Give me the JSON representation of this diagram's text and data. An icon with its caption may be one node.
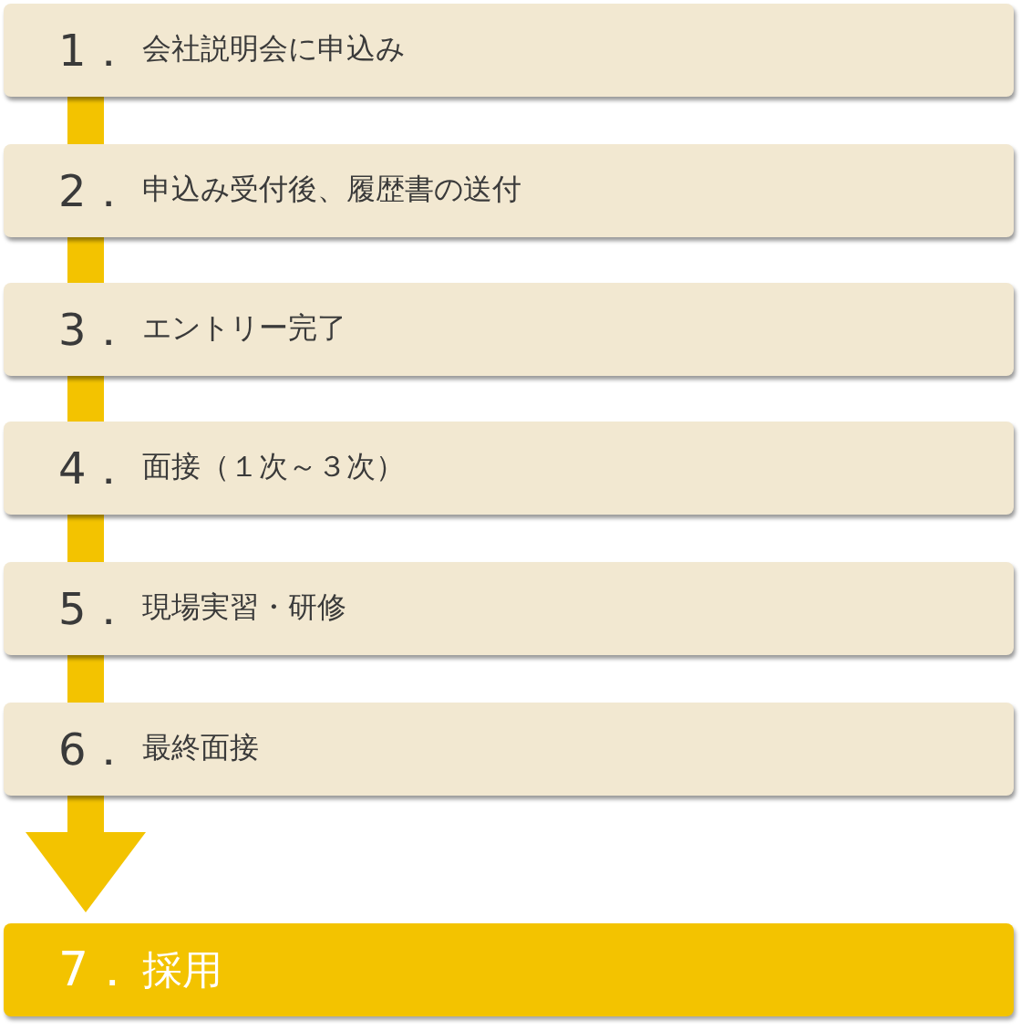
{
  "diagram": {
    "nodes": [
      {
        "text": [
          "1．",
          "会社説明会に申込み"
        ]
      },
      {
        "text": [
          "2．",
          "申込み受付後、履歴書の送付"
        ]
      },
      {
        "text": [
          "3．",
          "エントリー完了"
        ]
      },
      {
        "text": [
          "4．",
          "面接（１次～３次）"
        ]
      },
      {
        "text": [
          "5．",
          "現場実習・研修"
        ]
      },
      {
        "text": [
          "6．",
          "最終面接"
        ]
      },
      {
        "text": [
          "7．",
          "採用"
        ]
      }
    ],
    "edges": [
      {
        "from": 0,
        "to": 1,
        "arrow": "none"
      },
      {
        "from": 1,
        "to": 2,
        "arrow": "none"
      },
      {
        "from": 2,
        "to": 3,
        "arrow": "none"
      },
      {
        "from": 3,
        "to": 4,
        "arrow": "none"
      },
      {
        "from": 4,
        "to": 5,
        "arrow": "none"
      },
      {
        "from": 5,
        "to": 6,
        "arrow": "to"
      }
    ]
  }
}
